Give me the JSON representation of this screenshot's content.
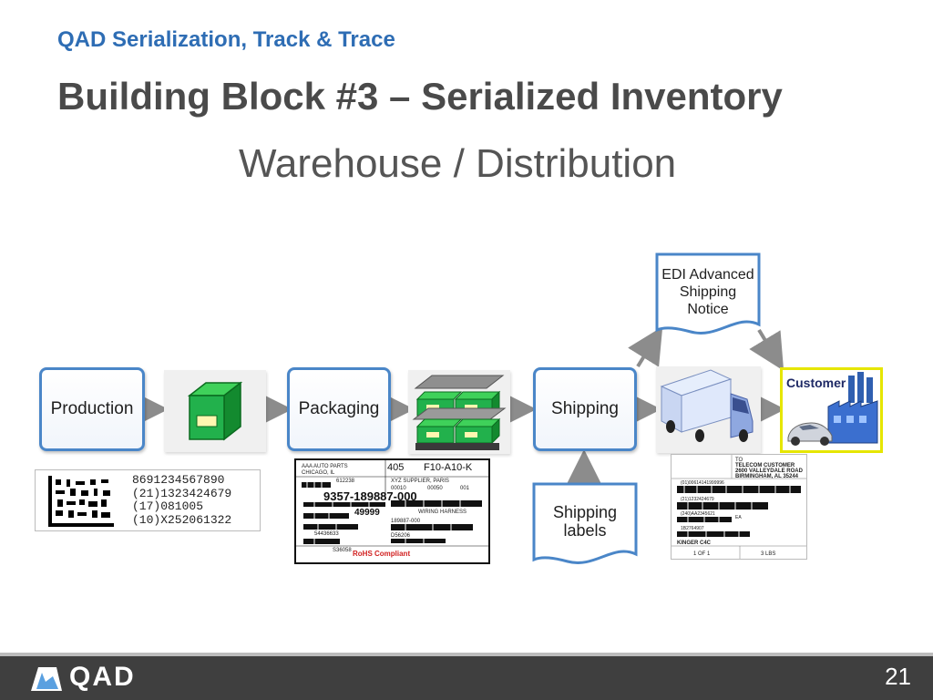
{
  "header": {
    "subtitle": "QAD Serialization, Track & Trace",
    "title": "Building Block #3 – Serialized Inventory",
    "section": "Warehouse / Distribution"
  },
  "flow": {
    "production": "Production",
    "packaging": "Packaging",
    "shipping": "Shipping",
    "customer": "Customer",
    "asn": [
      "EDI Advanced",
      "Shipping",
      "Notice"
    ],
    "shipping_labels": [
      "Shipping",
      "labels"
    ]
  },
  "product_label": {
    "lines": [
      "8691234567890",
      "(21)1323424679",
      "(17)081005",
      "(10)X252061322"
    ]
  },
  "pallet_label": {
    "company": "AAA AUTO PARTS",
    "city": "CHICAGO, IL",
    "qty": "405",
    "location": "F10-A10-K",
    "num1": "612238",
    "supplier": "XYZ SUPPLIER, PARIS",
    "f1": "00010",
    "f2": "00050",
    "f3": "001",
    "part": "9357-189887-000",
    "count": "49999",
    "desc": "WIRING HARNESS",
    "n2": "189887-000",
    "n3": "54436633",
    "n4": "D56206",
    "n5": "S36058",
    "rohs": "RoHS Compliant"
  },
  "ship_label": {
    "to": "TO",
    "to_line1": "TELECOM CUSTOMER",
    "to_line2": "2600 VALLEYDALE ROAD",
    "to_line3": "BIRMINGHAM, AL  35244",
    "l1": "(01)00614141999996",
    "l2": "(21)1232424679",
    "l3": "(240)AA2345621",
    "l4": "EA",
    "l5": "1B2764907",
    "l6": "KINGER C4C",
    "page": "1 OF 1",
    "weight": "3 LBS"
  },
  "footer": {
    "logo": "QAD",
    "page_number": "21"
  },
  "colors": {
    "accent": "#2e6db4",
    "box_border": "#4a86c8",
    "arrow": "#8c8c8c",
    "green": "#22b14c",
    "footer": "#3f3f3f",
    "customer_border": "#e6e600"
  }
}
